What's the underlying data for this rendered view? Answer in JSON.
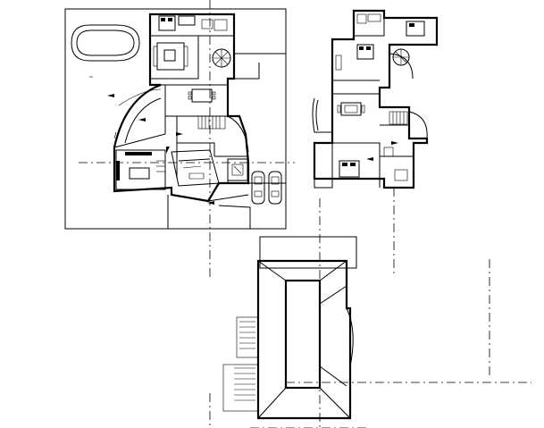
{
  "drawing": {
    "views": [
      "ground-floor-plan",
      "upper-floor-plan",
      "roof-plan"
    ],
    "line_color": "#000000",
    "background": "#ffffff"
  }
}
